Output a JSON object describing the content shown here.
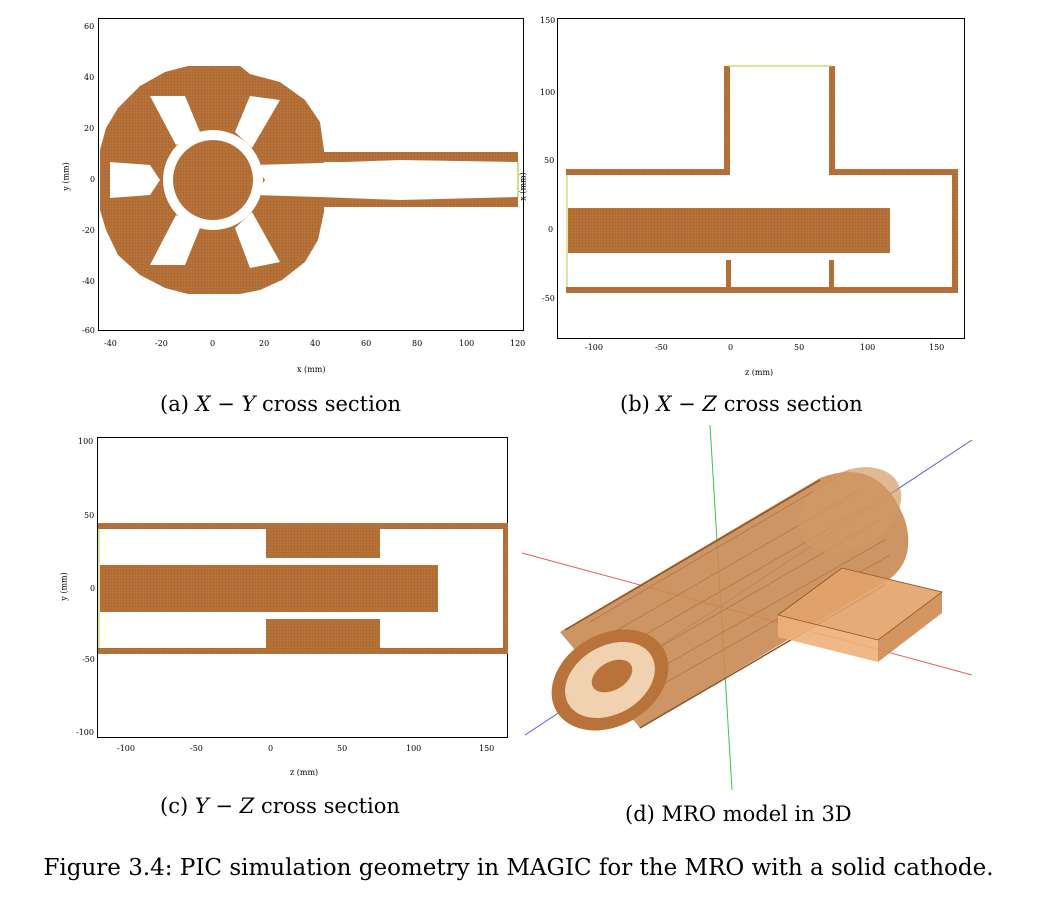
{
  "colors": {
    "copper": "#b8733a",
    "copper_dark": "#8e5322",
    "outline": "#c8d35a"
  },
  "panel_a": {
    "caption_label": "(a)",
    "caption_math": "X − Y",
    "caption_text": "cross section",
    "xlabel": "x (mm)",
    "ylabel": "y (mm)",
    "xticks": [
      "-40",
      "-20",
      "0",
      "20",
      "40",
      "60",
      "80",
      "100",
      "120"
    ],
    "yticks": [
      "60",
      "40",
      "20",
      "0",
      "-20",
      "-40",
      "-60"
    ]
  },
  "panel_b": {
    "caption_label": "(b)",
    "caption_math": "X − Z",
    "caption_text": "cross section",
    "xlabel": "z (mm)",
    "ylabel": "x (mm)",
    "xticks": [
      "-100",
      "-50",
      "0",
      "50",
      "100",
      "150"
    ],
    "yticks": [
      "150",
      "100",
      "50",
      "0",
      "-50"
    ]
  },
  "panel_c": {
    "caption_label": "(c)",
    "caption_math": "Y − Z",
    "caption_text": "cross section",
    "xlabel": "z (mm)",
    "ylabel": "y (mm)",
    "xticks": [
      "-100",
      "-50",
      "0",
      "50",
      "100",
      "150"
    ],
    "yticks": [
      "100",
      "50",
      "0",
      "-50",
      "-100"
    ]
  },
  "panel_d": {
    "caption": "(d) MRO model in 3D"
  },
  "figure_caption": "Figure 3.4: PIC simulation geometry in MAGIC for the MRO with a solid cathode."
}
